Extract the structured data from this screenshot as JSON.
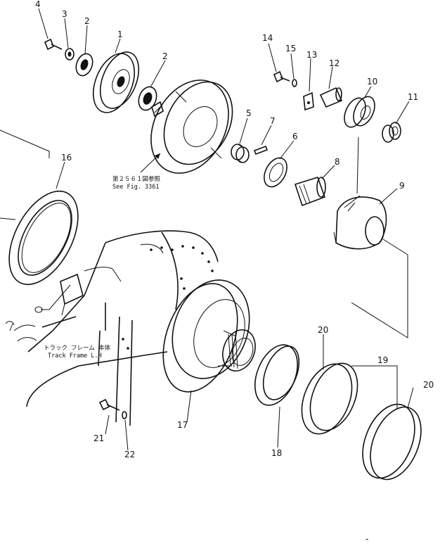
{
  "callouts": {
    "c1": "1",
    "c2a": "2",
    "c2b": "2",
    "c3": "3",
    "c4": "4",
    "c5": "5",
    "c6": "6",
    "c7": "7",
    "c8": "8",
    "c9": "9",
    "c10": "10",
    "c11": "11",
    "c12": "12",
    "c13": "13",
    "c14": "14",
    "c15": "15",
    "c16": "16",
    "c17": "17",
    "c18": "18",
    "c19": "19",
    "c20a": "20",
    "c20b": "20",
    "c21": "21",
    "c22": "22"
  },
  "notes": {
    "ref_jp": "第２５６１図参照",
    "ref_en": "See Fig. 3361",
    "frame_jp": "トラック フレーム 本体",
    "frame_en": "Track Frame L.H"
  },
  "page_mark": "-"
}
